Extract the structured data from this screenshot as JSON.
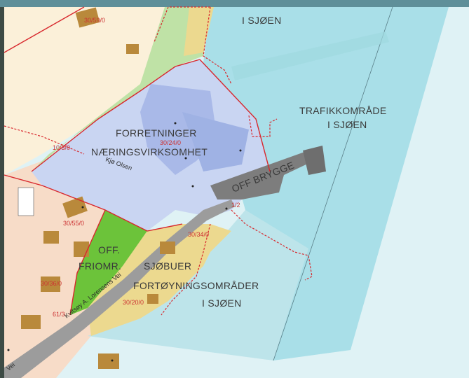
{
  "map": {
    "labels": {
      "i_sjoen_top": "I SJØEN",
      "trafikk_line1": "TRAFIKKOMRÅDE",
      "trafikk_line2": "I SJØEN",
      "forretninger": "FORRETNINGER",
      "naering": "NÆRINGSVIRKSOMHET",
      "off_brygge": "OFF BRYGGE",
      "off_line1": "OFF.",
      "off_line2": "FRIOMR.",
      "sjobuer": "SJØBUER",
      "fortoyning_line1": "FORTØYNINGSOMRÅDER",
      "fortoyning_line2": "I SJØEN",
      "street": "Kvitsøy A. Lorensens Vei",
      "small_street": "Kjø Olsen",
      "road_tail": "Vei"
    },
    "plot_numbers": [
      "30/59/0",
      "30/24/0",
      "30/34/0",
      "30/20/0",
      "30/55/0",
      "30/36/0",
      "1/2",
      "10/3/0",
      "61/3"
    ],
    "colors": {
      "sea": "#a9dfe8",
      "sea_zone": "#9fd6de",
      "business": "#c9d5f2",
      "residential": "#f7dcc8",
      "park": "#6cc33a",
      "boathouse": "#ecd98f",
      "pier": "#7d7d7d",
      "road": "#9c9c9c",
      "border_red": "#d8282d",
      "building": "#b9893b",
      "land": "#fbf0d9",
      "frame": "#5f8f99"
    }
  }
}
